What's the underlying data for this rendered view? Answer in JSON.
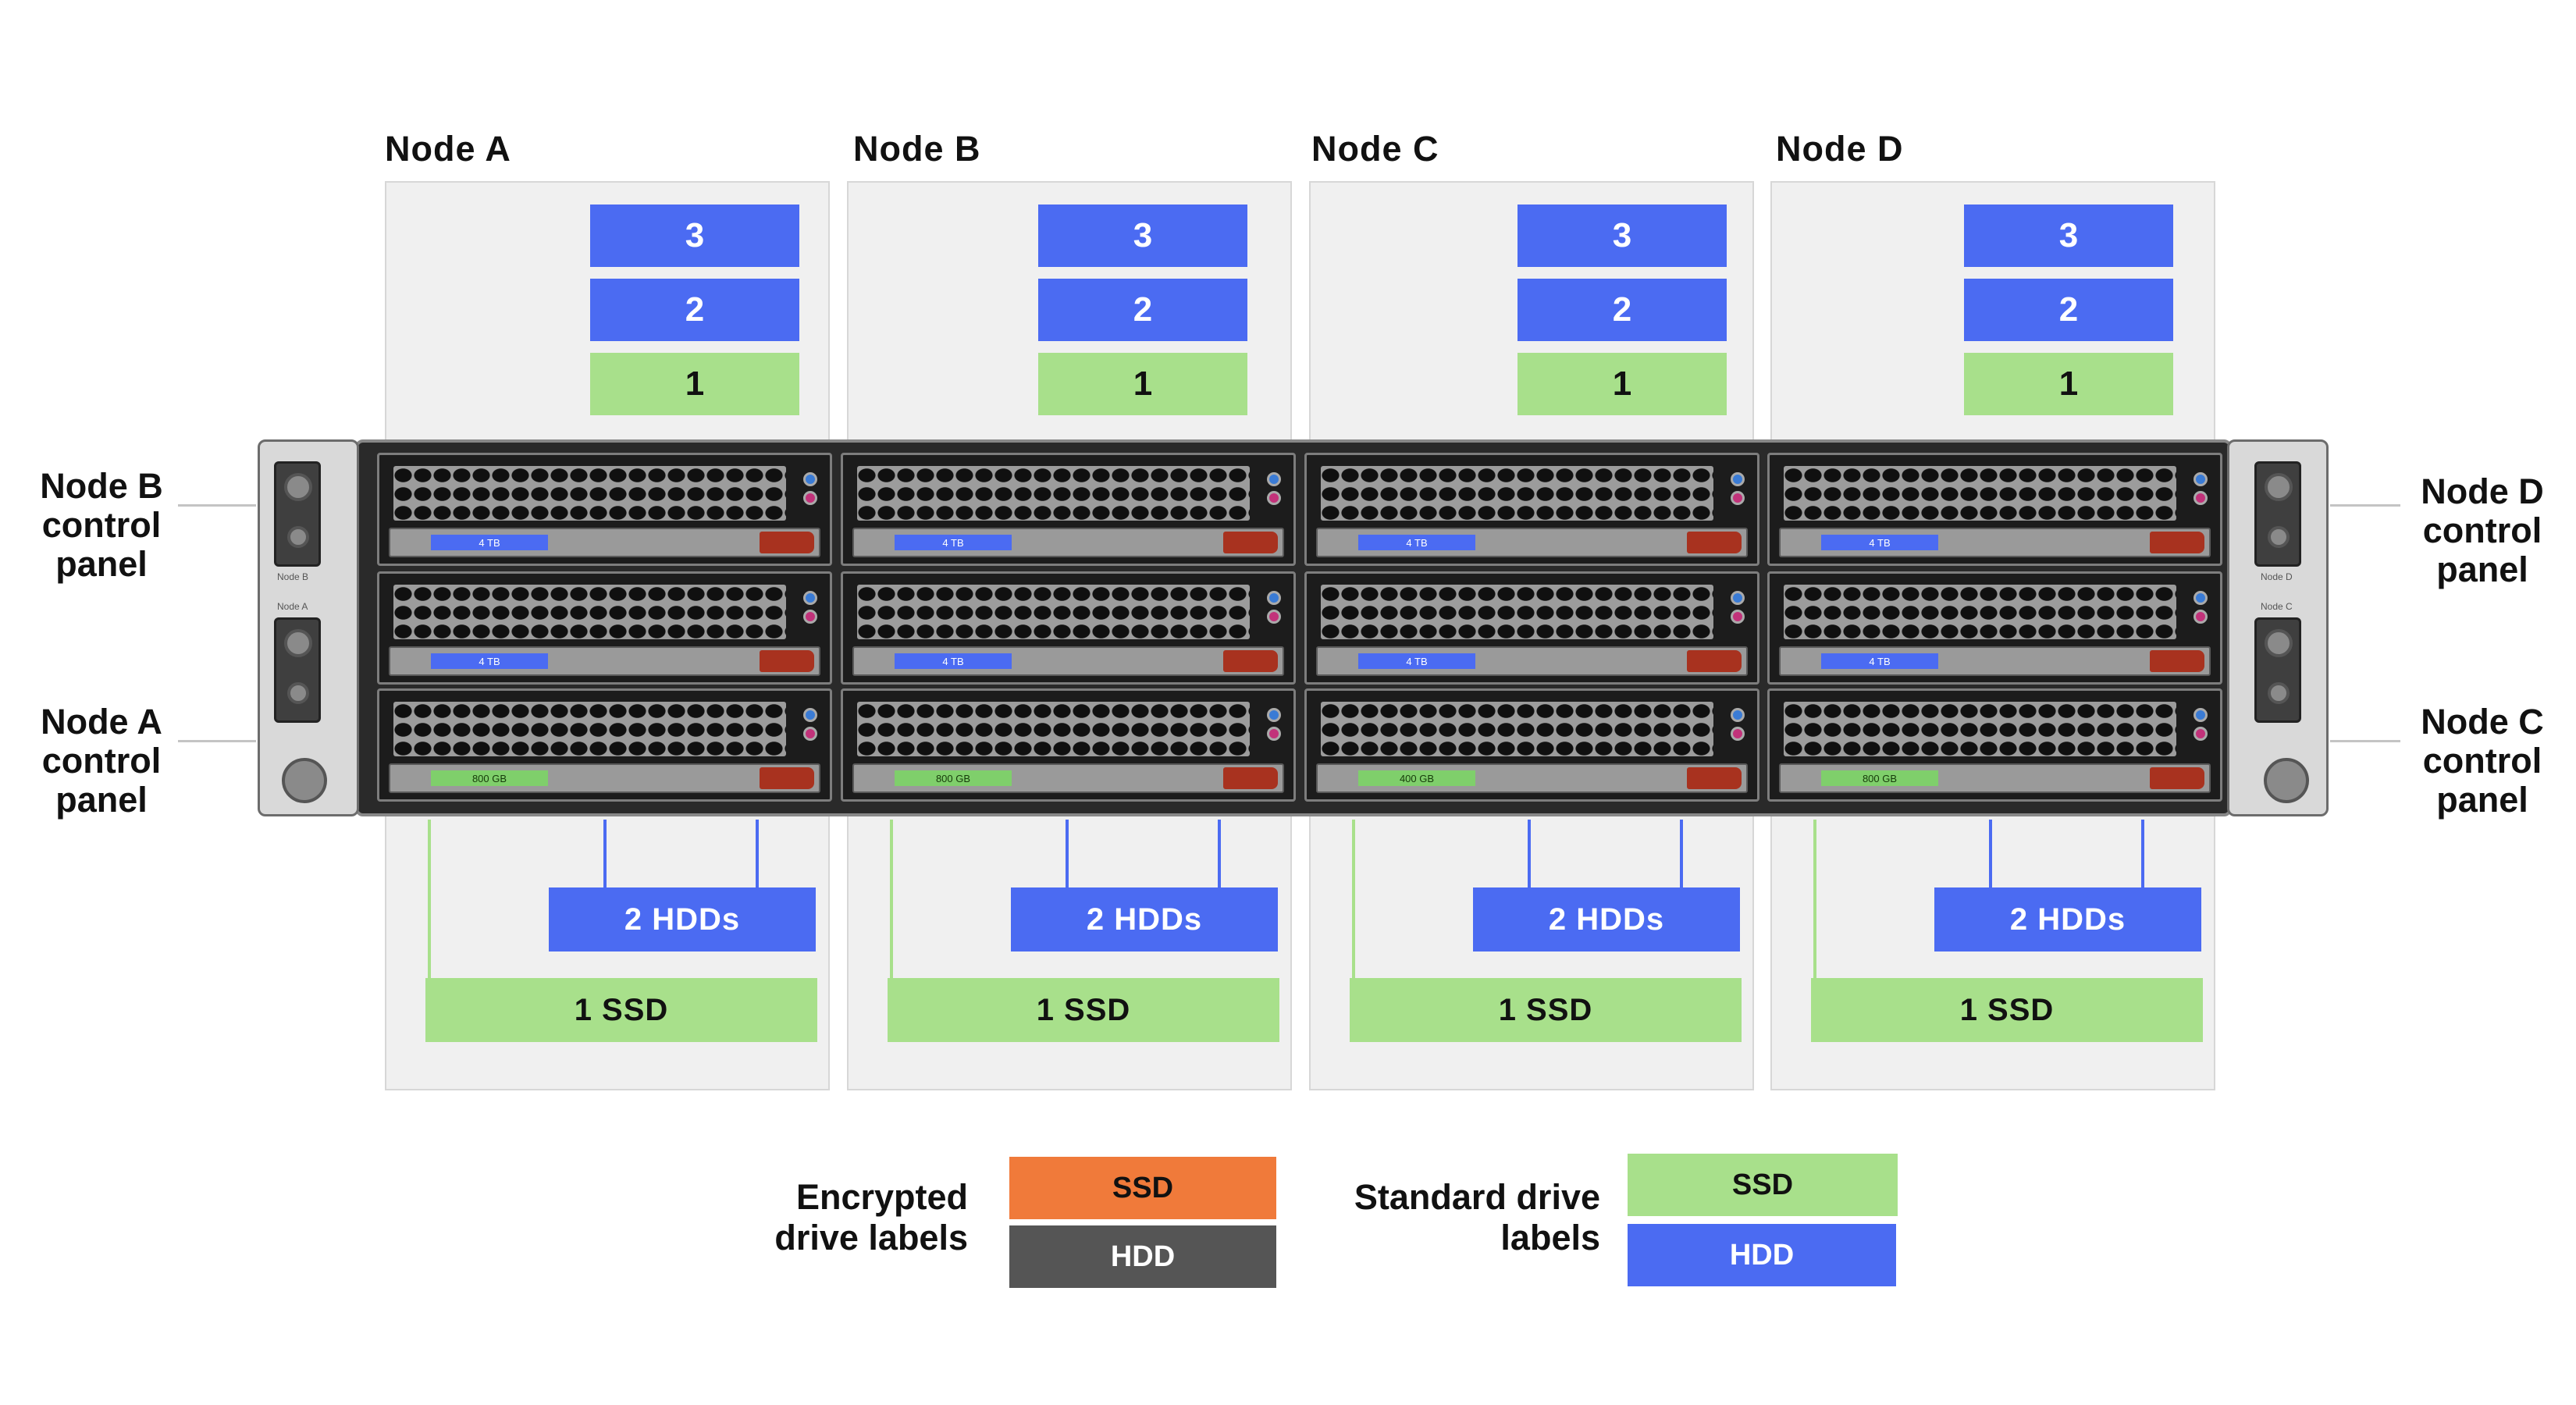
{
  "nodes": [
    {
      "name": "Node A",
      "slots": [
        "3",
        "2",
        "1"
      ],
      "groups": {
        "hdd": "2 HDDs",
        "ssd": "1 SSD"
      },
      "drives": [
        "4 TB",
        "4 TB",
        "800 GB"
      ]
    },
    {
      "name": "Node B",
      "slots": [
        "3",
        "2",
        "1"
      ],
      "groups": {
        "hdd": "2 HDDs",
        "ssd": "1 SSD"
      },
      "drives": [
        "4 TB",
        "4 TB",
        "800 GB"
      ]
    },
    {
      "name": "Node C",
      "slots": [
        "3",
        "2",
        "1"
      ],
      "groups": {
        "hdd": "2 HDDs",
        "ssd": "1 SSD"
      },
      "drives": [
        "4 TB",
        "4 TB",
        "400 GB"
      ]
    },
    {
      "name": "Node D",
      "slots": [
        "3",
        "2",
        "1"
      ],
      "groups": {
        "hdd": "2 HDDs",
        "ssd": "1 SSD"
      },
      "drives": [
        "4 TB",
        "4 TB",
        "800 GB"
      ]
    }
  ],
  "control_panels": {
    "node_b": "Node B control panel",
    "node_a": "Node A control panel",
    "node_d": "Node D control panel",
    "node_c": "Node C control panel"
  },
  "ears": {
    "left_top": "Node B",
    "left_bottom": "Node A",
    "right_top": "Node D",
    "right_bottom": "Node C"
  },
  "legend": {
    "encrypted": {
      "label": "Encrypted drive labels",
      "ssd": "SSD",
      "hdd": "HDD"
    },
    "standard": {
      "label": "Standard drive labels",
      "ssd": "SSD",
      "hdd": "HDD"
    }
  },
  "colors": {
    "standard_hdd": "#4b6bf2",
    "standard_ssd": "#a8e08b",
    "encrypted_ssd": "#f07a3a",
    "encrypted_hdd": "#555555"
  }
}
